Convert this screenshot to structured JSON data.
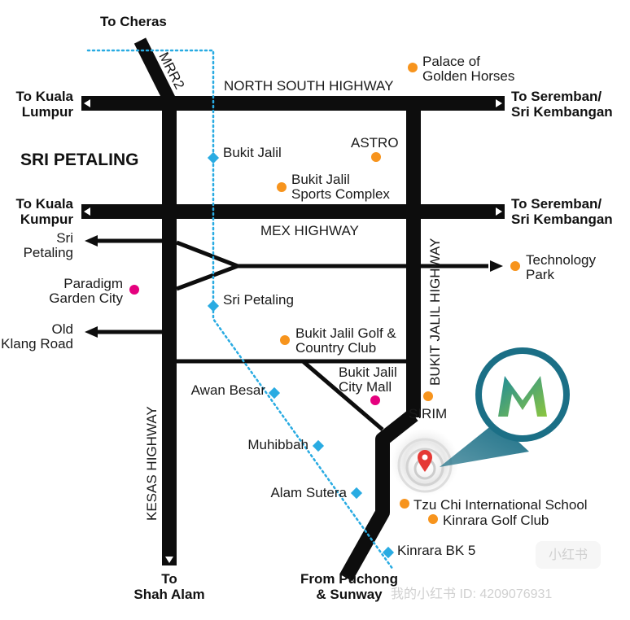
{
  "colors": {
    "road": "#0d0d0d",
    "rail_line": "#29abe2",
    "poi_orange": "#f7941d",
    "poi_magenta": "#e5007e",
    "pin_red": "#e53935",
    "logo_teal": "#1b6f86",
    "logo_green": "#7ac943"
  },
  "area_title": "SRI PETALING",
  "roads": {
    "north_south": "NORTH SOUTH HIGHWAY",
    "mex": "MEX HIGHWAY",
    "mrr2": "MRR2",
    "kesas": "KESAS HIGHWAY",
    "bukit_jalil": "BUKIT JALIL HIGHWAY"
  },
  "directions": {
    "to_cheras": "To Cheras",
    "to_kl_1": [
      "To Kuala",
      "Lumpur"
    ],
    "to_kl_2": [
      "To Kuala",
      "Kumpur"
    ],
    "to_seremban_1": [
      "To Seremban/",
      "Sri Kembangan"
    ],
    "to_seremban_2": [
      "To Seremban/",
      "Sri Kembangan"
    ],
    "to_shah_alam": [
      "To",
      "Shah Alam"
    ],
    "from_puchong": [
      "From Puchong",
      "& Sunway"
    ],
    "sri_petaling_exit": [
      "Sri",
      "Petaling"
    ],
    "old_klang_road": [
      "Old",
      "Klang Road"
    ]
  },
  "stations": [
    {
      "name": "Bukit Jalil"
    },
    {
      "name": "Sri Petaling"
    },
    {
      "name": "Awan Besar"
    },
    {
      "name": "Muhibbah"
    },
    {
      "name": "Alam Sutera"
    },
    {
      "name": "Kinrara BK 5"
    }
  ],
  "places": {
    "palace": [
      "Palace of",
      "Golden Horses"
    ],
    "astro": [
      "ASTRO"
    ],
    "sports_complex": [
      "Bukit Jalil",
      "Sports Complex"
    ],
    "technology_park": [
      "Technology",
      "Park"
    ],
    "paradigm": [
      "Paradigm",
      "Garden City"
    ],
    "golf_country": [
      "Bukit Jalil Golf &",
      "Country Club"
    ],
    "city_mall": [
      "Bukit Jalil",
      "City Mall"
    ],
    "sirim": [
      "SIRIM"
    ],
    "tzu_chi": [
      "Tzu Chi International School"
    ],
    "kinrara_golf": [
      "Kinrara Golf Club"
    ]
  },
  "watermark": {
    "badge": "小红书",
    "text": "我的小红书 ID: 4209076931"
  },
  "logo_icon": "m-logo-icon",
  "pin_icon": "location-pin-icon"
}
